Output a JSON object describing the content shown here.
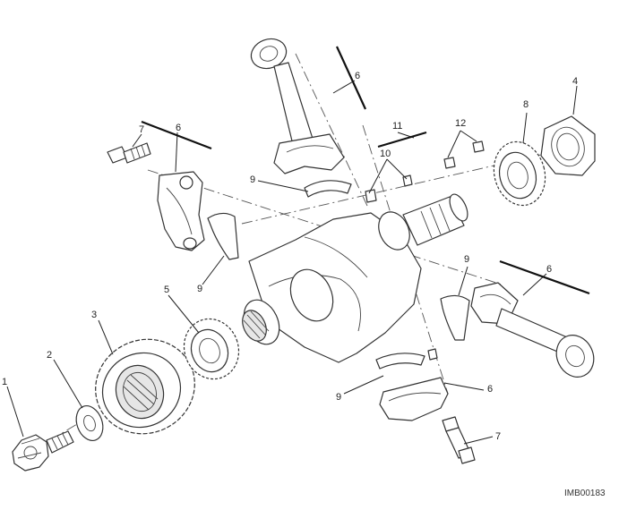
{
  "diagram": {
    "reference_code": "IMB00183",
    "callouts": {
      "c1": "1",
      "c2": "2",
      "c3": "3",
      "c4": "4",
      "c5": "5",
      "c6a": "6",
      "c6b": "6",
      "c6c": "6",
      "c6d": "6",
      "c7a": "7",
      "c7b": "7",
      "c8": "8",
      "c9a": "9",
      "c9b": "9",
      "c9c": "9",
      "c9d": "9",
      "c10": "10",
      "c11": "11",
      "c12": "12"
    }
  }
}
